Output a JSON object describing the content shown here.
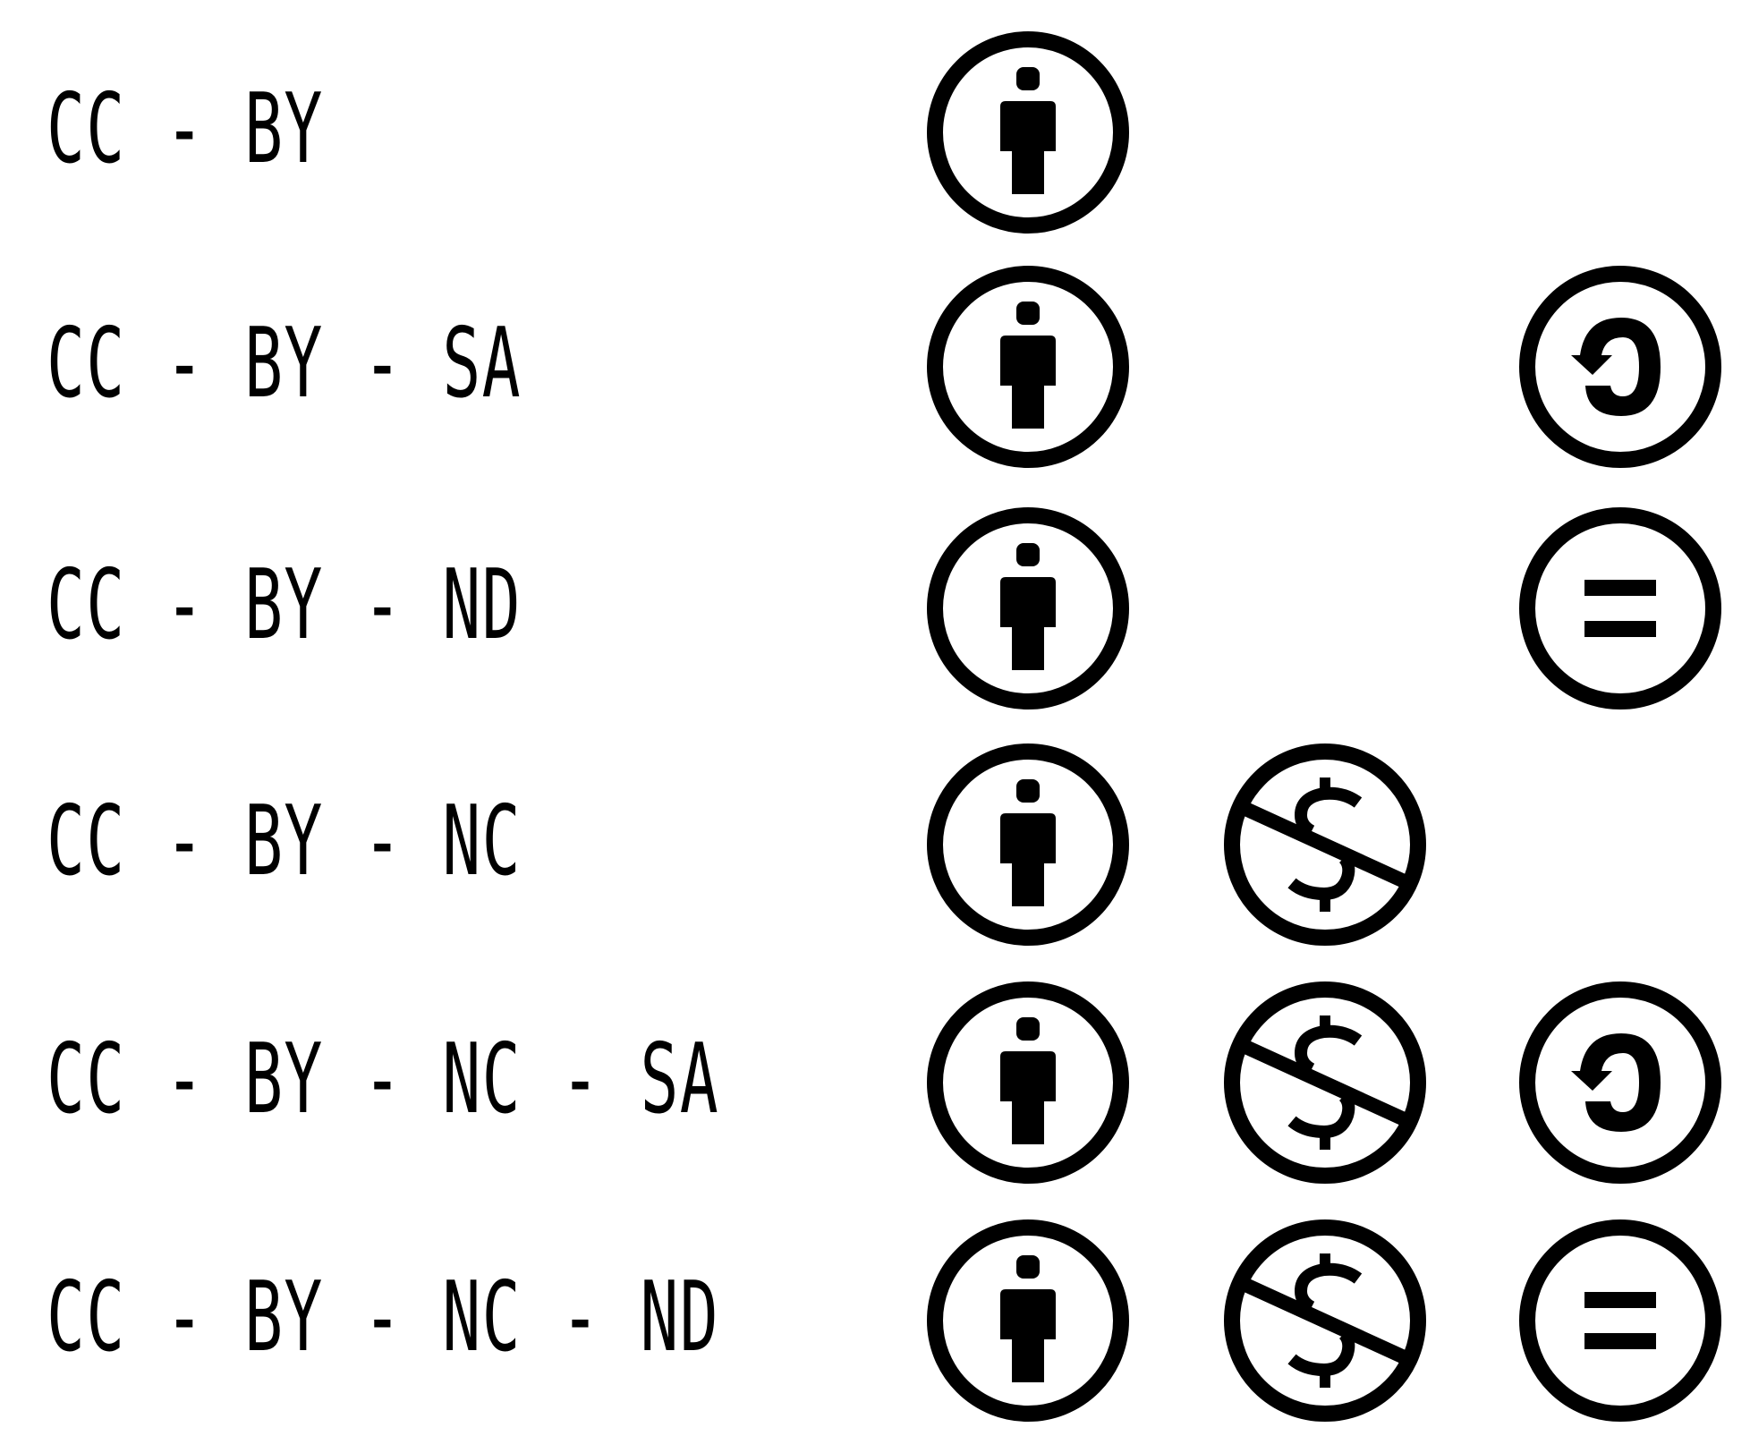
{
  "licenses": [
    {
      "label": "CC - BY",
      "icons": [
        "by-icon"
      ]
    },
    {
      "label": "CC - BY - SA",
      "icons": [
        "by-icon",
        "sa-icon"
      ]
    },
    {
      "label": "CC - BY - ND",
      "icons": [
        "by-icon",
        "nd-icon"
      ]
    },
    {
      "label": "CC - BY - NC",
      "icons": [
        "by-icon",
        "nc-icon"
      ]
    },
    {
      "label": "CC - BY - NC - SA",
      "icons": [
        "by-icon",
        "nc-icon",
        "sa-icon"
      ]
    },
    {
      "label": "CC - BY - NC - ND",
      "icons": [
        "by-icon",
        "nc-icon",
        "nd-icon"
      ]
    }
  ],
  "colors": {
    "foreground": "#000000",
    "background": "#ffffff"
  }
}
